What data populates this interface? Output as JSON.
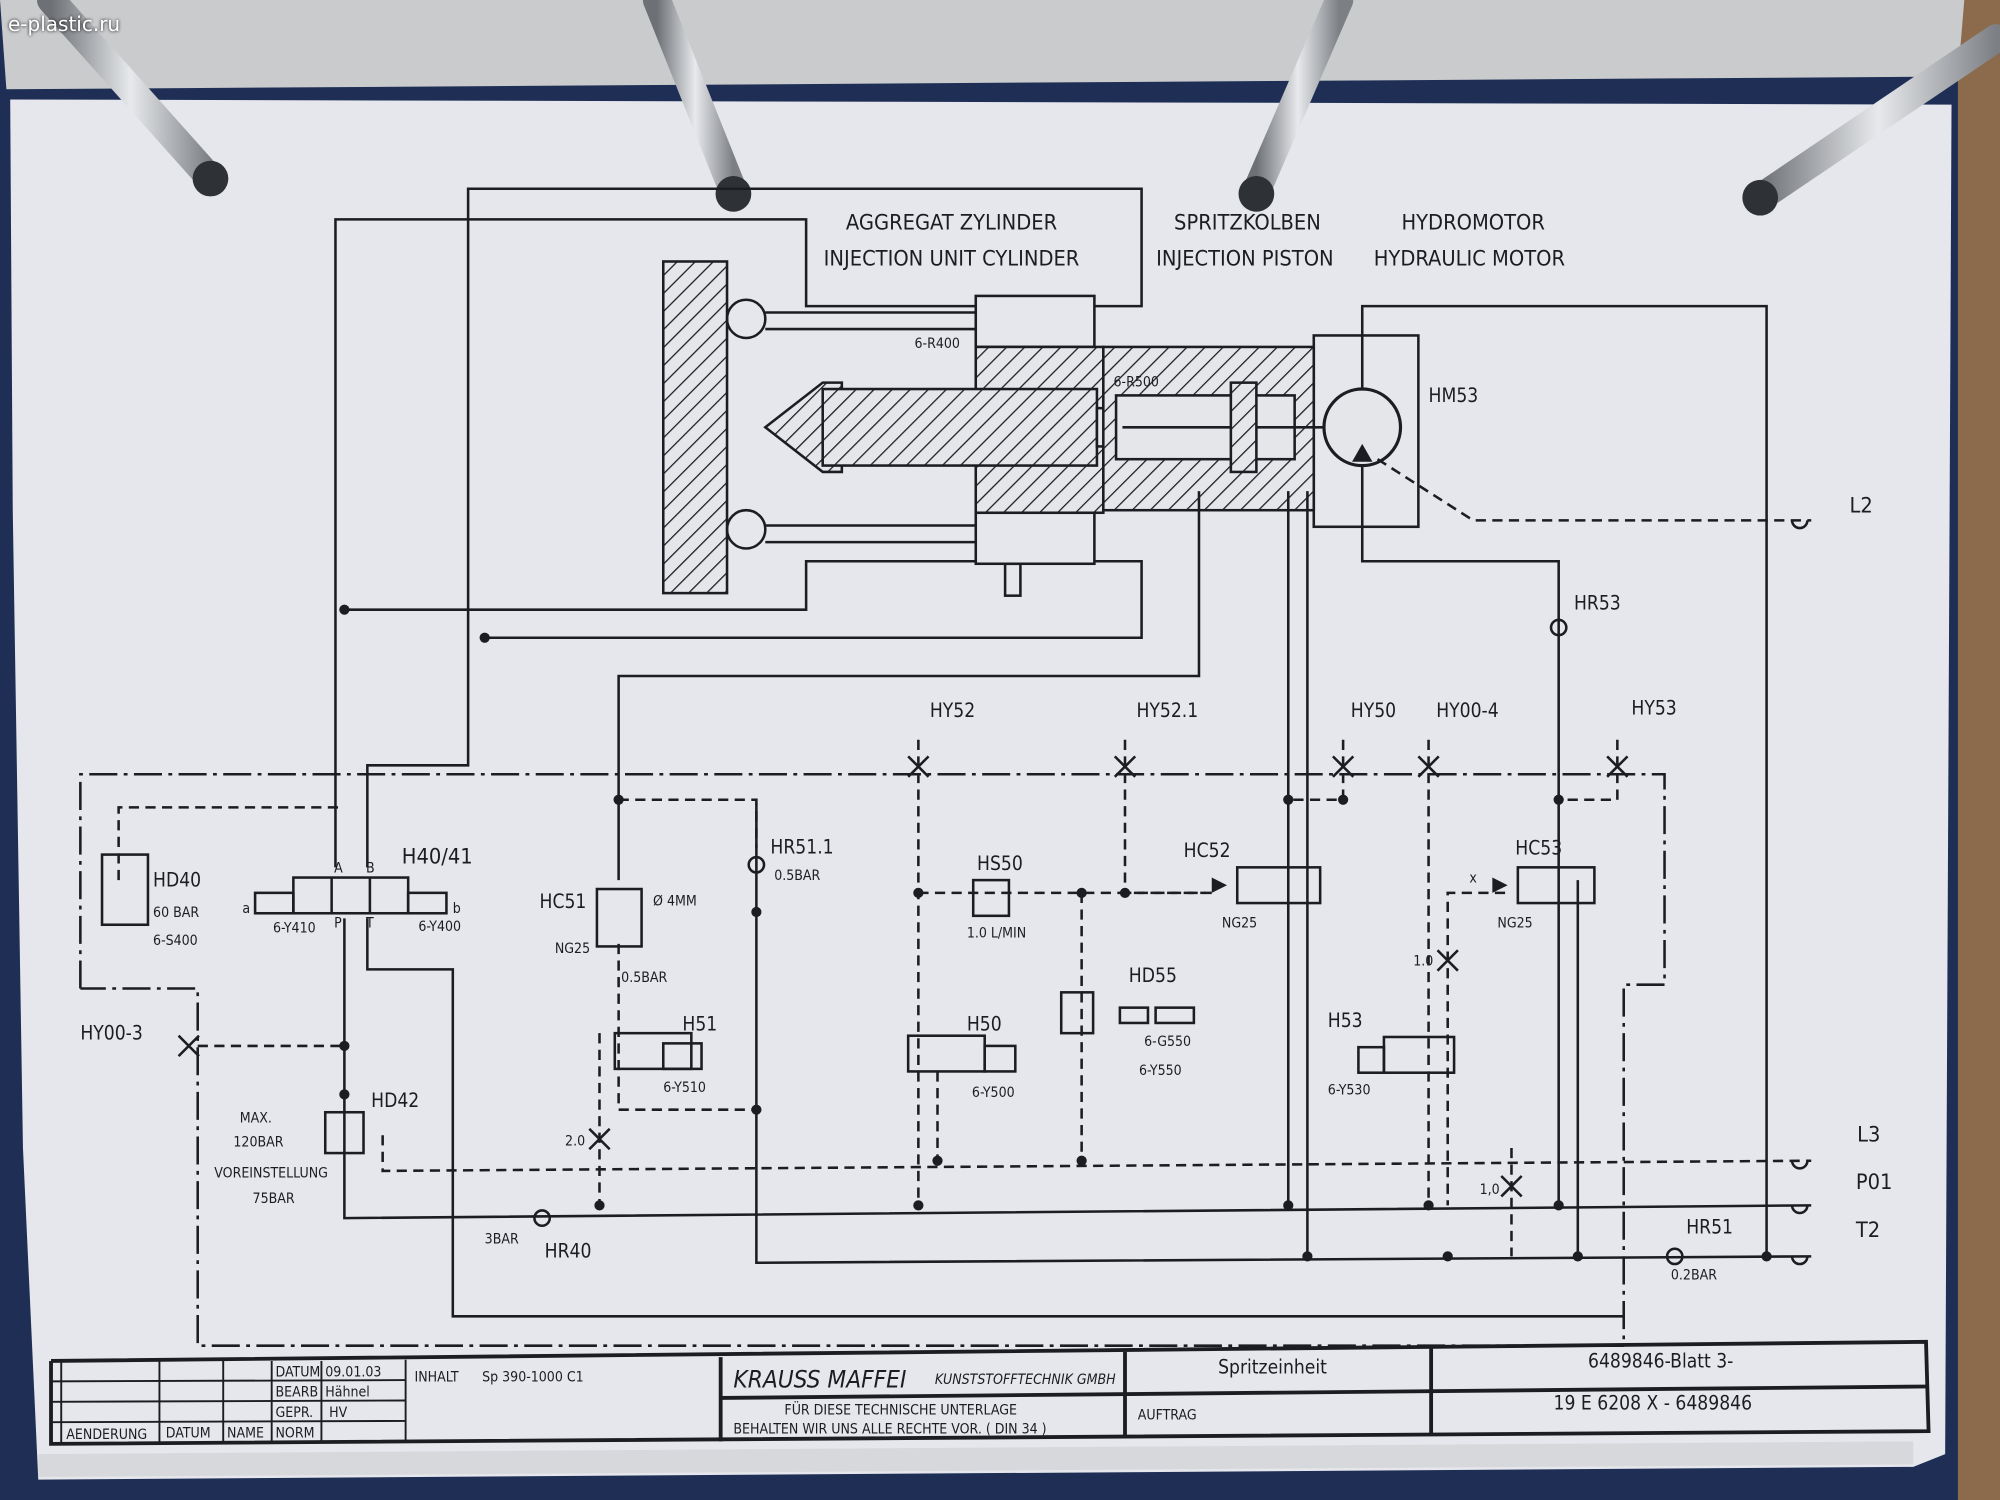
{
  "watermark": "e-plastic.ru",
  "headers": {
    "aggregat_de": "AGGREGAT ZYLINDER",
    "aggregat_en": "INJECTION UNIT CYLINDER",
    "piston_de": "SPRITZKOLBEN",
    "piston_en": "INJECTION PISTON",
    "motor_de": "HYDROMOTOR",
    "motor_en": "HYDRAULIC MOTOR"
  },
  "labels": {
    "r400": "6-R400",
    "r500": "6-R500",
    "hm53": "HM53",
    "l2": "L2",
    "hr53": "HR53",
    "hy52": "HY52",
    "hy52_1": "HY52.1",
    "hy50": "HY50",
    "hy00_4": "HY00-4",
    "hy53": "HY53",
    "hd40": "HD40",
    "hd40_p": "60 BAR",
    "s400": "6-S400",
    "h40_41": "H40/41",
    "y410": "6-Y410",
    "y400": "6-Y400",
    "hc51": "HC51",
    "hc51_d": "Ø 4MM",
    "hc51_ng": "NG25",
    "hc51_p": "0.5BAR",
    "hr51_1": "HR51.1",
    "hr51_1_p": "0.5BAR",
    "hs50": "HS50",
    "hs50_f": "1.0 L/MIN",
    "hc52": "HC52",
    "hc52_ng": "NG25",
    "hc53": "HC53",
    "hc53_ng": "NG25",
    "hc53_x": "x",
    "orif_1": "1.0",
    "hd55": "HD55",
    "g550": "6-G550",
    "y550": "6-Y550",
    "hy00_3": "HY00-3",
    "h51": "H51",
    "y510": "6-Y510",
    "h50": "H50",
    "y500": "6-Y500",
    "h53": "H53",
    "y530": "6-Y530",
    "max": "MAX.",
    "max_p": "120BAR",
    "vor": "VOREINSTELLUNG",
    "vor_p": "75BAR",
    "hd42": "HD42",
    "orif_2": "2.0",
    "l3": "L3",
    "p01": "P01",
    "t2": "T2",
    "orif_3": "1,0",
    "hr40_p": "3BAR",
    "hr40": "HR40",
    "hr51": "HR51",
    "hr51_p": "0.2BAR",
    "port_a": "A",
    "port_b": "B",
    "port_p": "P",
    "port_t": "T",
    "sol_a": "a",
    "sol_b": "b"
  },
  "title_block": {
    "datum_label": "DATUM",
    "datum": "09.01.03",
    "bearb_label": "BEARB",
    "bearb": "Hähnel",
    "gepr_label": "GEPR.",
    "gepr": "HV",
    "norm_label": "NORM",
    "aenderung": "AENDERUNG",
    "datum_col": "DATUM",
    "name_col": "NAME",
    "inhalt_label": "INHALT",
    "inhalt": "Sp 390-1000 C1",
    "company": "KRAUSS MAFFEI",
    "company_sub": "KUNSTSTOFFTECHNIK GMBH",
    "rights_1": "FÜR DIESE TECHNISCHE UNTERLAGE",
    "rights_2": "BEHALTEN WIR UNS ALLE RECHTE VOR.  ( DIN 34 )",
    "title": "Spritzeinheit",
    "auftrag": "AUFTRAG",
    "sheet": "6489846-Blatt 3-",
    "drawing_no": "19 E 6208 X - 6489846"
  }
}
